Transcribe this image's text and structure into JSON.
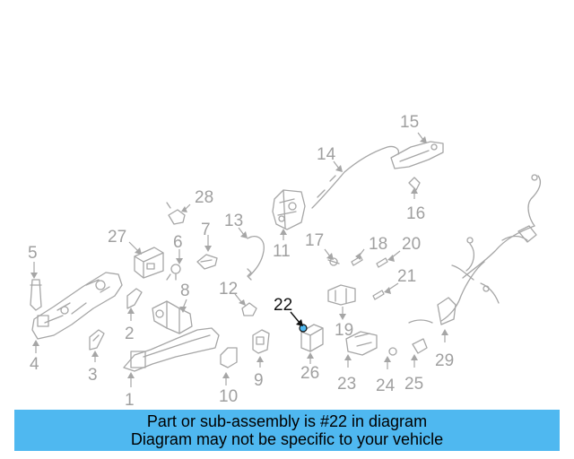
{
  "diagram": {
    "callouts": [
      "1",
      "2",
      "3",
      "4",
      "5",
      "6",
      "7",
      "8",
      "9",
      "10",
      "11",
      "12",
      "13",
      "14",
      "15",
      "16",
      "17",
      "18",
      "19",
      "20",
      "21",
      "22",
      "23",
      "24",
      "25",
      "26",
      "27",
      "28",
      "29"
    ],
    "highlighted": "22",
    "colors": {
      "parts": "#a6a6a6",
      "highlight": "#111111",
      "banner": "#4fb8f0"
    }
  },
  "banner": {
    "line1": "Part or sub-assembly is #22 in diagram",
    "line2": "Diagram may not be specific to your vehicle"
  }
}
